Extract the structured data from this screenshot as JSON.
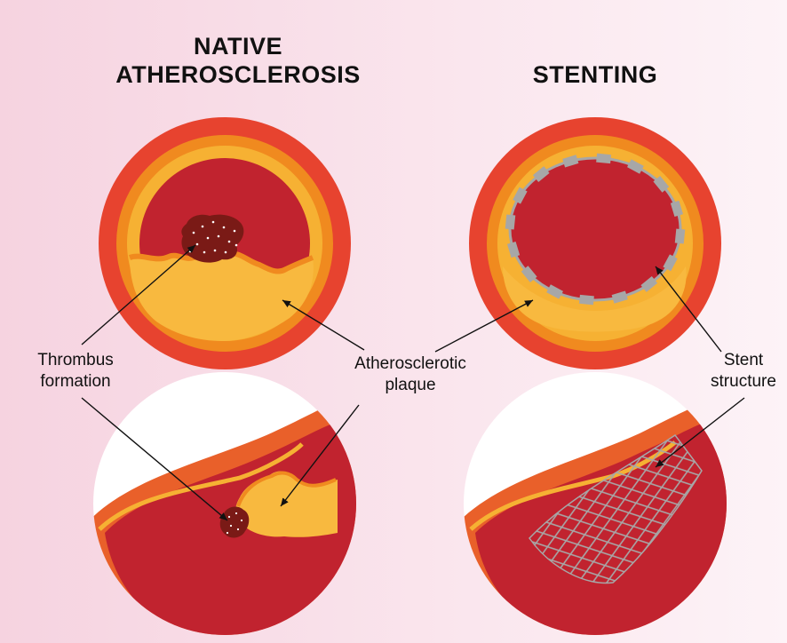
{
  "headings": {
    "native_line1": "NATIVE",
    "native_line2": "ATHEROSCLEROSIS",
    "stenting": "STENTING"
  },
  "labels": {
    "thrombus_line1": "Thrombus",
    "thrombus_line2": "formation",
    "plaque_line1": "Atherosclerotic",
    "plaque_line2": "plaque",
    "stent_line1": "Stent",
    "stent_line2": "structure"
  },
  "colors": {
    "background_left": "#f6d3e0",
    "background_right": "#fdf3f7",
    "outer_wall": "#e7432f",
    "media_layer": "#f08a1f",
    "inner_layer": "#f6b133",
    "lumen": "#c1232f",
    "plaque": "#f8b93f",
    "thrombus": "#7a1a16",
    "stent_strut": "#a7a7a7",
    "inset_circle": "#ffffff"
  }
}
